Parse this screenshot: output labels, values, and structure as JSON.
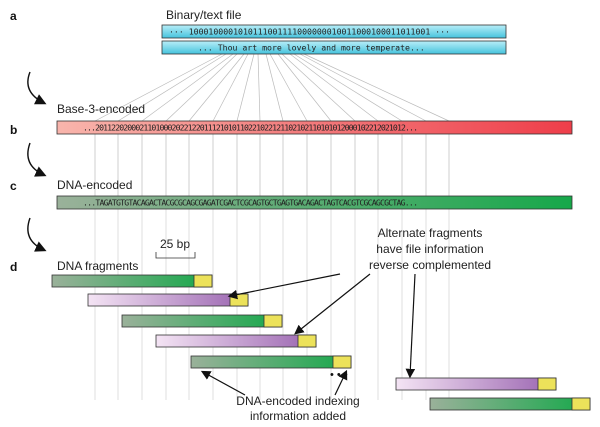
{
  "panels": {
    "a": {
      "letter": "a",
      "title": "Binary/text file",
      "binary": "··· 1000100001010111001111000000010011000100011011001 ···",
      "text": "... Thou art more lovely and more temperate..."
    },
    "b": {
      "letter": "b",
      "title": "Base-3-encoded",
      "sequence": "...20112202000211010002022122011121010110221022121102102110101012000102212021012..."
    },
    "c": {
      "letter": "c",
      "title": "DNA-encoded",
      "sequence": "...TAGATGTGTACAGACTACGCGCAGCGAGATCGACTCGCAGTGCTGAGTGACAGACTAGTCACGTCGCAGCGCTAG..."
    },
    "d": {
      "letter": "d",
      "title": "DNA fragments",
      "scale_label": "25 bp",
      "annotation_alternate": [
        "Alternate fragments",
        "have file information",
        "reverse complemented"
      ],
      "annotation_index": [
        "DNA-encoded indexing",
        "information added"
      ],
      "ellipsis": "• • •"
    }
  },
  "colors": {
    "binary": "#5fd0e6",
    "base3_start": "#f8b5ac",
    "base3_end": "#ee3e4a",
    "dna_start": "#9ab19a",
    "dna_end": "#16a84a",
    "reverse_start": "#f1dff2",
    "reverse_end": "#9a64b0",
    "index": "#ece25a"
  }
}
